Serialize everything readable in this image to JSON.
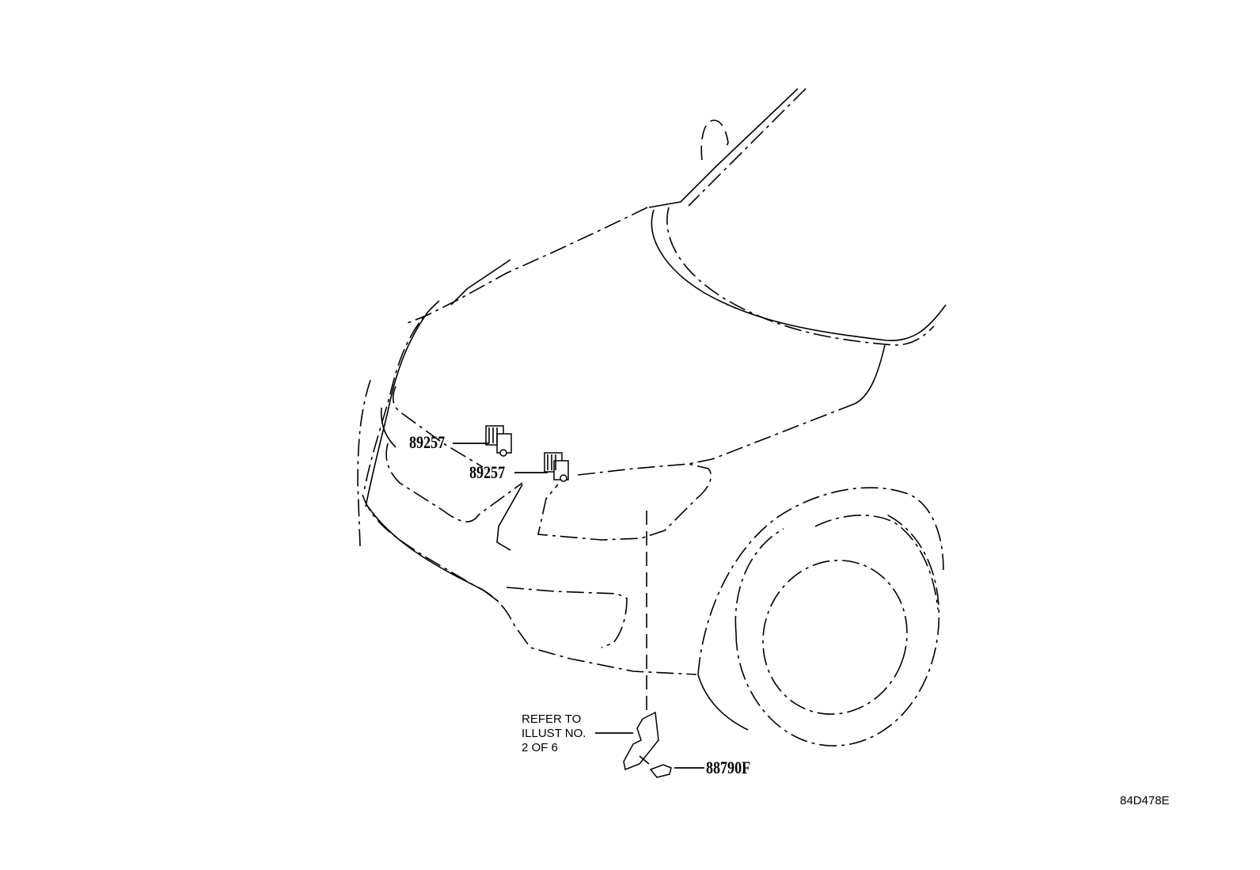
{
  "diagram": {
    "type": "parts-illustration",
    "subject": "vehicle front end (hood, bumper, headlamp, front wheel)",
    "callouts": [
      {
        "id": "callout-1",
        "part_number": "89257"
      },
      {
        "id": "callout-2",
        "part_number": "89257"
      },
      {
        "id": "callout-3",
        "part_number": "88790F"
      }
    ],
    "reference_note": {
      "lines": [
        "REFER TO",
        "ILLUST NO.",
        "2 OF 6"
      ]
    },
    "illustration_code": "84D478E",
    "colors": {
      "line": "#000000",
      "background": "#ffffff"
    }
  }
}
